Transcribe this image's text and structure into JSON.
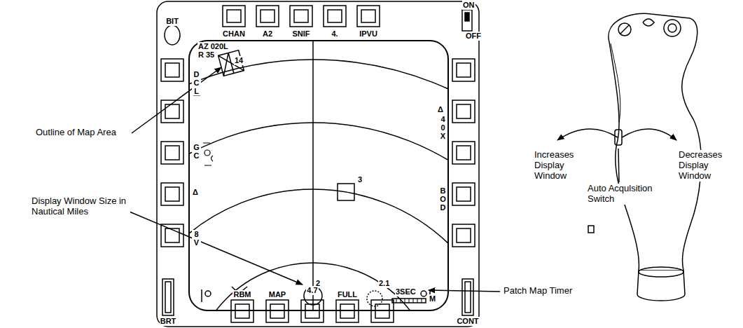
{
  "diagram": {
    "labels": [
      "Outline of Map Area",
      "Display Window Size in Nautical Miles",
      "Patch Map Timer",
      "Increases Display Window",
      "Decreases Display Window",
      "Auto Acqulsition Switch",
      "BIT",
      "ON",
      "OFF",
      "CHAN",
      "A2",
      "SNIF",
      "4.",
      "IPVU",
      "AZ 020L",
      "R 35",
      "D C L",
      "G C",
      "Δ",
      "8 V",
      "Δ",
      "4 0 X",
      "B O D",
      "14",
      "3",
      "2",
      "2.1",
      "3SEC",
      "M",
      "RBM",
      "MAP",
      "4.7",
      "FULL",
      "BRT",
      "CONT"
    ]
  }
}
